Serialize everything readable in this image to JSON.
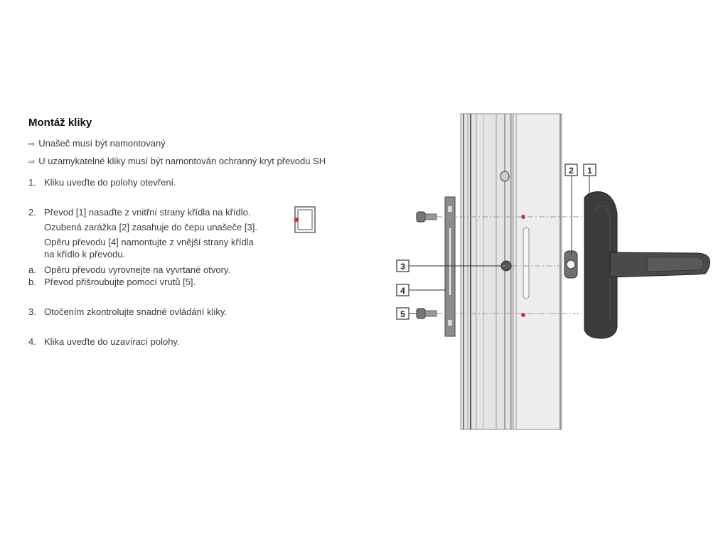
{
  "title": "Montáž kliky",
  "notes": [
    "Unašeč musí být namontovaný",
    "U uzamykatelné kliky musí být namontován ochranný kryt převodu SH"
  ],
  "steps": {
    "s1": {
      "num": "1.",
      "text": "Kliku uveďte do polohy otevření."
    },
    "s2": {
      "num": "2.",
      "lines": [
        "Převod [1] nasaďte z vnitřní strany křídla na křídlo.",
        "Ozubená zarážka [2] zasahuje do čepu unašeče [3].",
        "Opěru převodu [4] namontujte z vnější strany křídla",
        "na křídlo k převodu."
      ]
    },
    "sa": {
      "num": "a.",
      "text": "Opěru převodu vyrovnejte na vyvrtané otvory."
    },
    "sb": {
      "num": "b.",
      "text": "Převod přišroubujte pomocí vrutů [5]."
    },
    "s3": {
      "num": "3.",
      "text": "Otočením zkontrolujte snadné ovládání kliky."
    },
    "s4": {
      "num": "4.",
      "text": "Klika uveďte do uzavírací polohy."
    }
  },
  "diagram_labels": {
    "l1": "1",
    "l2": "2",
    "l3": "3",
    "l4": "4",
    "l5": "5"
  },
  "colors": {
    "accent_red": "#d0323a",
    "handle": "#3c3c3c",
    "frame": "#b8b8b8"
  }
}
